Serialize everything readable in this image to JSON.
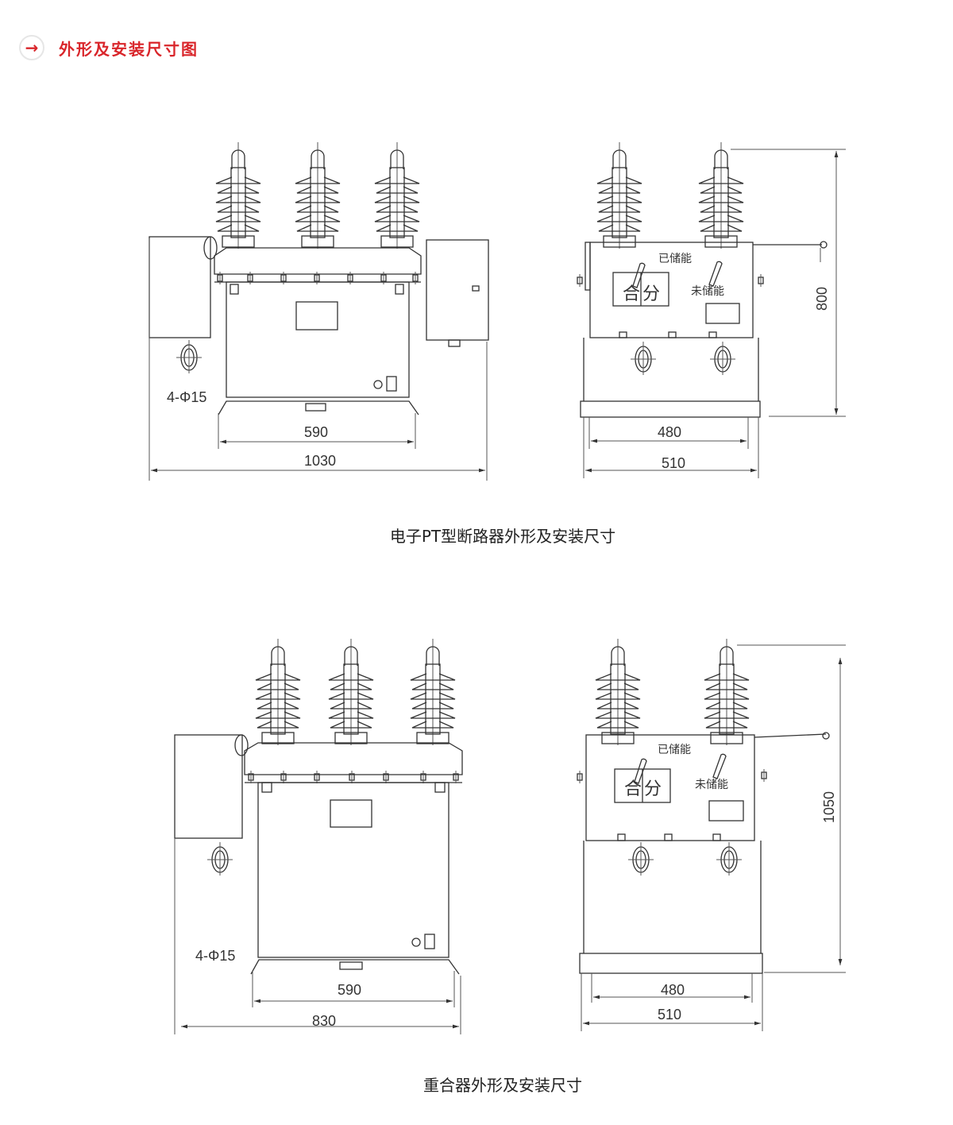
{
  "header": {
    "icon": "arrow-right-icon",
    "arrow_glyph": "→",
    "title": "外形及安装尺寸图"
  },
  "drawing1": {
    "caption": "电子PT型断路器外形及安装尺寸",
    "front": {
      "hole_label": "4-Φ15",
      "dim_inner": "590",
      "dim_outer": "1030"
    },
    "side": {
      "label_stored": "已储能",
      "label_not_stored": "未储能",
      "label_close": "合",
      "label_open": "分",
      "dim_inner": "480",
      "dim_outer": "510",
      "dim_height": "800"
    }
  },
  "drawing2": {
    "caption": "重合器外形及安装尺寸",
    "front": {
      "hole_label": "4-Φ15",
      "dim_inner": "590",
      "dim_outer": "830"
    },
    "side": {
      "label_stored": "已储能",
      "label_not_stored": "未储能",
      "label_close": "合",
      "label_open": "分",
      "dim_inner": "480",
      "dim_outer": "510",
      "dim_height": "1050"
    }
  }
}
